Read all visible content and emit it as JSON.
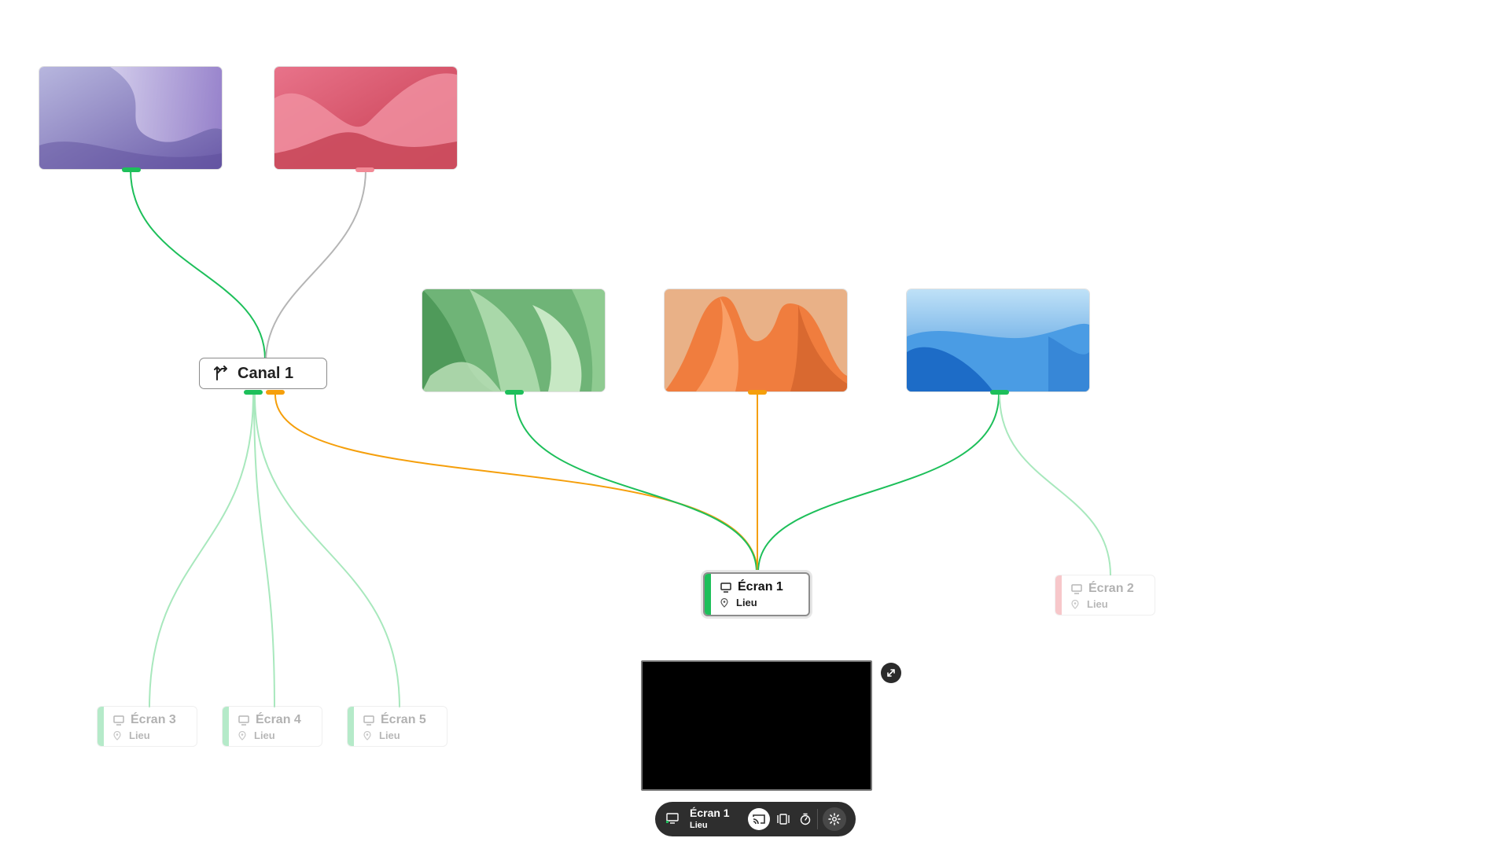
{
  "colors": {
    "active_green": "#1dbf5a",
    "inactive_grey": "#b5b5b5",
    "faded_green": "#a8e8bd",
    "orange": "#f59f0b",
    "faded_red": "#f4a4a8"
  },
  "sources": [
    {
      "name": "purple-wallpaper",
      "port_color": "#1dbf5a"
    },
    {
      "name": "red-wallpaper",
      "port_color": "#f28a96"
    },
    {
      "name": "green-wallpaper",
      "port_color": "#1dbf5a"
    },
    {
      "name": "orange-wallpaper",
      "port_color": "#f59f0b"
    },
    {
      "name": "blue-wallpaper",
      "port_color": "#1dbf5a"
    }
  ],
  "channel": {
    "label": "Canal 1",
    "icon": "branch-icon"
  },
  "screens": {
    "ecran1": {
      "name": "Écran 1",
      "location": "Lieu",
      "status_color": "#1dbf5a"
    },
    "ecran2": {
      "name": "Écran 2",
      "location": "Lieu",
      "status_color": "#f4a4a8"
    },
    "ecran3": {
      "name": "Écran 3",
      "location": "Lieu",
      "status_color": "#a8e8bd"
    },
    "ecran4": {
      "name": "Écran 4",
      "location": "Lieu",
      "status_color": "#a8e8bd"
    },
    "ecran5": {
      "name": "Écran 5",
      "location": "Lieu",
      "status_color": "#a8e8bd"
    }
  },
  "preview": {
    "expand_icon": "expand-icon"
  },
  "toolbar": {
    "screen_name": "Écran 1",
    "screen_location": "Lieu",
    "icons": [
      "monitor-icon",
      "cast-icon",
      "split-view-icon",
      "timer-icon",
      "gear-icon"
    ]
  }
}
